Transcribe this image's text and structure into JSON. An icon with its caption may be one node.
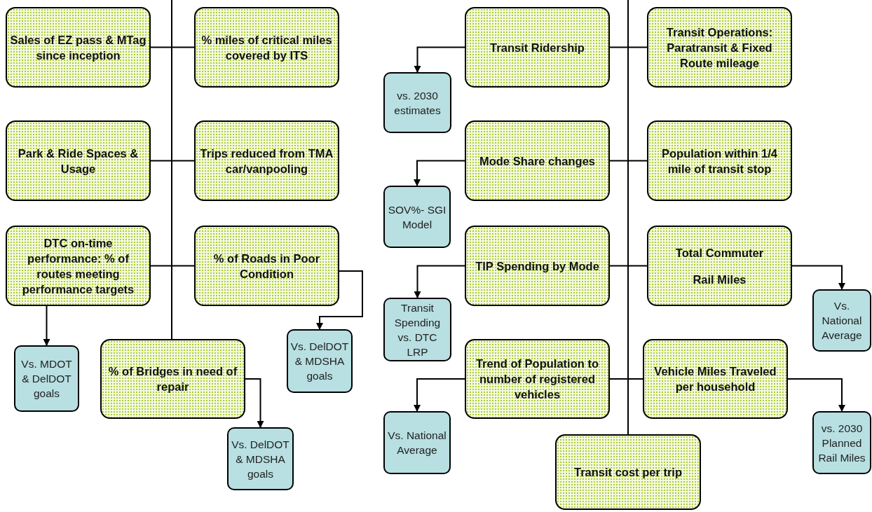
{
  "diagram": {
    "nodes": [
      {
        "text": [
          "Sales of EZ pass & MTag since inception"
        ]
      },
      {
        "text": [
          "% miles of critical miles covered by ITS"
        ]
      },
      {
        "text": [
          "Park & Ride Spaces & Usage"
        ]
      },
      {
        "text": [
          "Trips reduced from TMA car/vanpooling"
        ]
      },
      {
        "text": [
          "DTC on-time performance: % of routes meeting performance targets"
        ]
      },
      {
        "text": [
          "% of Roads in Poor Condition"
        ]
      },
      {
        "text": [
          "Vs. MDOT & DelDOT goals"
        ]
      },
      {
        "text": [
          "% of Bridges in need of repair"
        ]
      },
      {
        "text": [
          "Vs. DelDOT & MDSHA goals"
        ]
      },
      {
        "text": [
          "Vs. DelDOT & MDSHA goals"
        ]
      },
      {
        "text": [
          "Transit Ridership"
        ]
      },
      {
        "text": [
          "Transit Operations: Paratransit & Fixed Route mileage"
        ]
      },
      {
        "text": [
          "vs. 2030 estimates"
        ]
      },
      {
        "text": [
          "Mode Share changes"
        ]
      },
      {
        "text": [
          "Population within 1/4 mile of transit stop"
        ]
      },
      {
        "text": [
          "SOV%- SGI Model"
        ]
      },
      {
        "text": [
          "TIP Spending by Mode"
        ]
      },
      {
        "text": [
          "Total Commuter",
          "Rail Miles"
        ]
      },
      {
        "text": [
          "Transit Spending vs. DTC LRP"
        ]
      },
      {
        "text": [
          "Vs. National Average"
        ]
      },
      {
        "text": [
          "Trend of Population to number of registered vehicles"
        ]
      },
      {
        "text": [
          "Vehicle Miles Traveled per household"
        ]
      },
      {
        "text": [
          "Vs. National Average"
        ]
      },
      {
        "text": [
          "vs. 2030 Planned Rail Miles"
        ]
      },
      {
        "text": [
          "Transit cost per trip"
        ]
      }
    ],
    "edges": [
      {
        "from": 0,
        "to": 1,
        "arrow": "none"
      },
      {
        "from": 2,
        "to": 3,
        "arrow": "none"
      },
      {
        "from": 4,
        "to": 5,
        "arrow": "none"
      },
      {
        "from": 4,
        "to": 6,
        "arrow": "to"
      },
      {
        "from": 5,
        "to": 8,
        "arrow": "to"
      },
      {
        "from": 7,
        "to": 9,
        "arrow": "to"
      },
      {
        "from": null,
        "to": 7,
        "arrow": "none"
      },
      {
        "from": 10,
        "to": 11,
        "arrow": "none"
      },
      {
        "from": 13,
        "to": 14,
        "arrow": "none"
      },
      {
        "from": 16,
        "to": 17,
        "arrow": "none"
      },
      {
        "from": 20,
        "to": 21,
        "arrow": "none"
      },
      {
        "from": 10,
        "to": 12,
        "arrow": "to"
      },
      {
        "from": 13,
        "to": 15,
        "arrow": "to"
      },
      {
        "from": 16,
        "to": 18,
        "arrow": "to"
      },
      {
        "from": 17,
        "to": 19,
        "arrow": "to"
      },
      {
        "from": 20,
        "to": 22,
        "arrow": "to"
      },
      {
        "from": 21,
        "to": 23,
        "arrow": "to"
      },
      {
        "from": null,
        "to": 24,
        "arrow": "none"
      }
    ]
  }
}
